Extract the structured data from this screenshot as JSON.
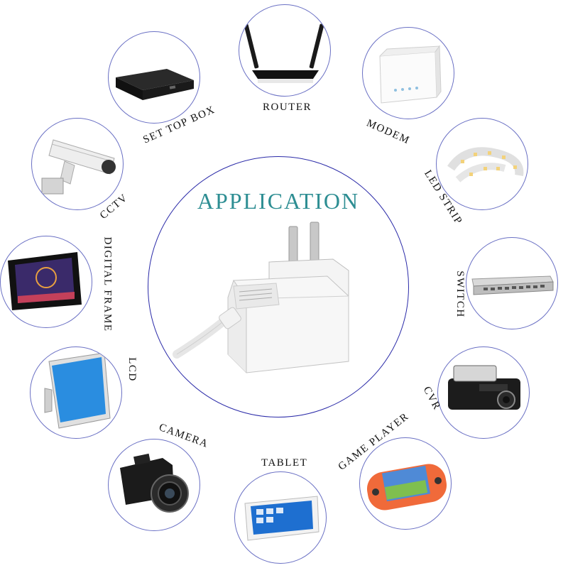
{
  "title": "APPLICATION",
  "devices": [
    {
      "id": "router",
      "label": "ROUTER",
      "icon": "router-icon"
    },
    {
      "id": "modem",
      "label": "MODEM",
      "icon": "modem-icon"
    },
    {
      "id": "led-strip",
      "label": "LED STRIP",
      "icon": "led-strip-icon"
    },
    {
      "id": "switch",
      "label": "SWITCH",
      "icon": "network-switch-icon"
    },
    {
      "id": "cvr",
      "label": "CVR",
      "icon": "dashcam-icon"
    },
    {
      "id": "game-player",
      "label": "GAME PLAYER",
      "icon": "handheld-console-icon"
    },
    {
      "id": "tablet",
      "label": "TABLET",
      "icon": "tablet-icon"
    },
    {
      "id": "camera",
      "label": "CAMERA",
      "icon": "camera-icon"
    },
    {
      "id": "lcd",
      "label": "LCD",
      "icon": "monitor-icon"
    },
    {
      "id": "digital-frame",
      "label": "DIGITAL FRAME",
      "icon": "photo-frame-icon"
    },
    {
      "id": "cctv",
      "label": "CCTV",
      "icon": "cctv-camera-icon"
    },
    {
      "id": "set-top-box",
      "label": "SET TOP BOX",
      "icon": "set-top-box-icon"
    }
  ],
  "colors": {
    "title": "#2e8e93",
    "center_ring": "#2a2aa8",
    "device_ring": "#6a70c4",
    "label": "#111111"
  }
}
